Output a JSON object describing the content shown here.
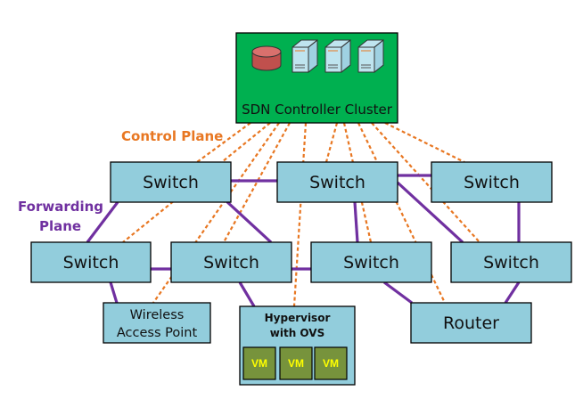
{
  "controller": {
    "label": "SDN Controller Cluster",
    "icons": [
      "database-icon",
      "server-icon",
      "server-icon",
      "server-icon"
    ]
  },
  "labels": {
    "control_plane": "Control Plane",
    "forwarding_plane_1": "Forwarding",
    "forwarding_plane_2": "Plane"
  },
  "colors": {
    "control_plane": "#E87722",
    "forwarding_plane": "#7030A0",
    "controller_fill": "#00B050",
    "node_fill": "#92CDDC",
    "vm_fill": "#77933C",
    "vm_text": "#FFFF00"
  },
  "nodes": {
    "switch_a": "Switch",
    "switch_b": "Switch",
    "switch_c": "Switch",
    "switch_d": "Switch",
    "switch_e": "Switch",
    "switch_f": "Switch",
    "switch_g": "Switch",
    "wap_1": "Wireless",
    "wap_2": "Access Point",
    "hypervisor_1": "Hypervisor",
    "hypervisor_2": "with OVS",
    "router": "Router",
    "vms": [
      "VM",
      "VM",
      "VM"
    ]
  }
}
